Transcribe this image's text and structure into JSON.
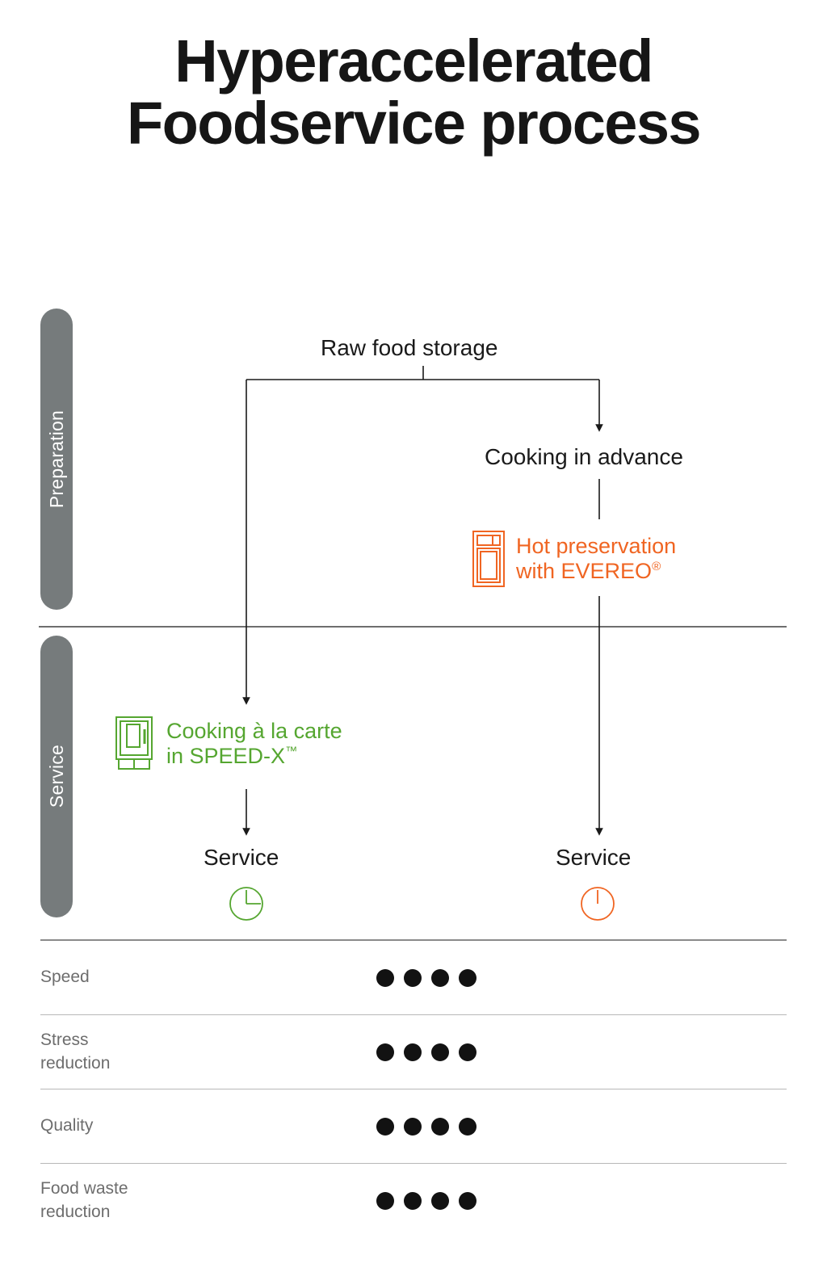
{
  "title": "Hyperaccelerated\nFoodservice process",
  "stages": [
    {
      "id": "preparation",
      "label": "Preparation"
    },
    {
      "id": "service",
      "label": "Service"
    }
  ],
  "flow": {
    "raw_food_storage": "Raw food storage",
    "cooking_in_advance": "Cooking in advance",
    "service_left": "Service",
    "service_right": "Service"
  },
  "products": [
    {
      "id": "evereo",
      "line1": "Hot preservation",
      "line2": "with EVEREO",
      "mark": "®",
      "color": "#f06522",
      "icon": "oven-cabinet-icon"
    },
    {
      "id": "speed-x",
      "line1": "Cooking à la carte",
      "line2": "in SPEED-X",
      "mark": "™",
      "color": "#55a630",
      "icon": "combi-oven-icon"
    }
  ],
  "clocks": [
    {
      "id": "clock-green",
      "color": "#55a630",
      "icon": "clock-quarter-icon"
    },
    {
      "id": "clock-orange",
      "color": "#f06522",
      "icon": "clock-instant-icon"
    }
  ],
  "ratings": {
    "max_dots": 4,
    "rows": [
      {
        "label": "Speed",
        "value": 4
      },
      {
        "label": "Stress\nreduction",
        "value": 4
      },
      {
        "label": "Quality",
        "value": 4
      },
      {
        "label": "Food waste\nreduction",
        "value": 4
      }
    ]
  },
  "colors": {
    "accent_orange": "#f06522",
    "accent_green": "#55a630",
    "stage_bar_gray": "#767b7c",
    "rule_gray": "#b8b8b8",
    "text_dark": "#1a1a1a",
    "text_muted": "#6d6d6d"
  }
}
